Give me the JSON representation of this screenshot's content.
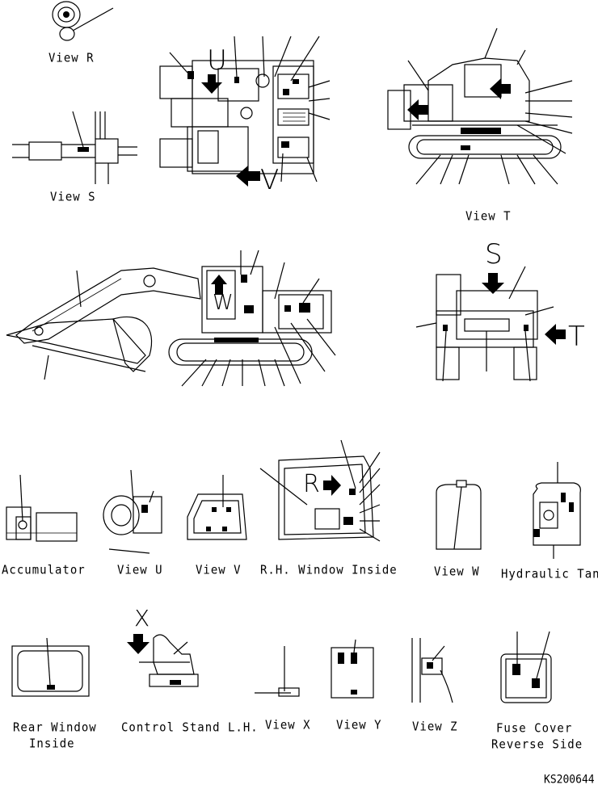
{
  "labels": {
    "view_r": "View R",
    "view_s": "View S",
    "view_t": "View T",
    "accumulator": "Accumulator",
    "view_u": "View U",
    "view_v": "View V",
    "rh_window_inside": "R.H. Window Inside",
    "view_w": "View W",
    "hydraulic_tank": "Hydraulic Tank",
    "rear_window_line1": "Rear Window",
    "rear_window_line2": "Inside",
    "control_stand": "Control Stand L.H.",
    "view_x": "View X",
    "view_y": "View Y",
    "view_z": "View Z",
    "fuse_cover_line1": "Fuse Cover",
    "fuse_cover_line2": "Reverse Side",
    "drawing_code": "KS200644"
  },
  "view_letters": {
    "u": "U",
    "v": "V",
    "s": "S",
    "t": "T",
    "w": "W",
    "r": "R",
    "x": "X"
  }
}
